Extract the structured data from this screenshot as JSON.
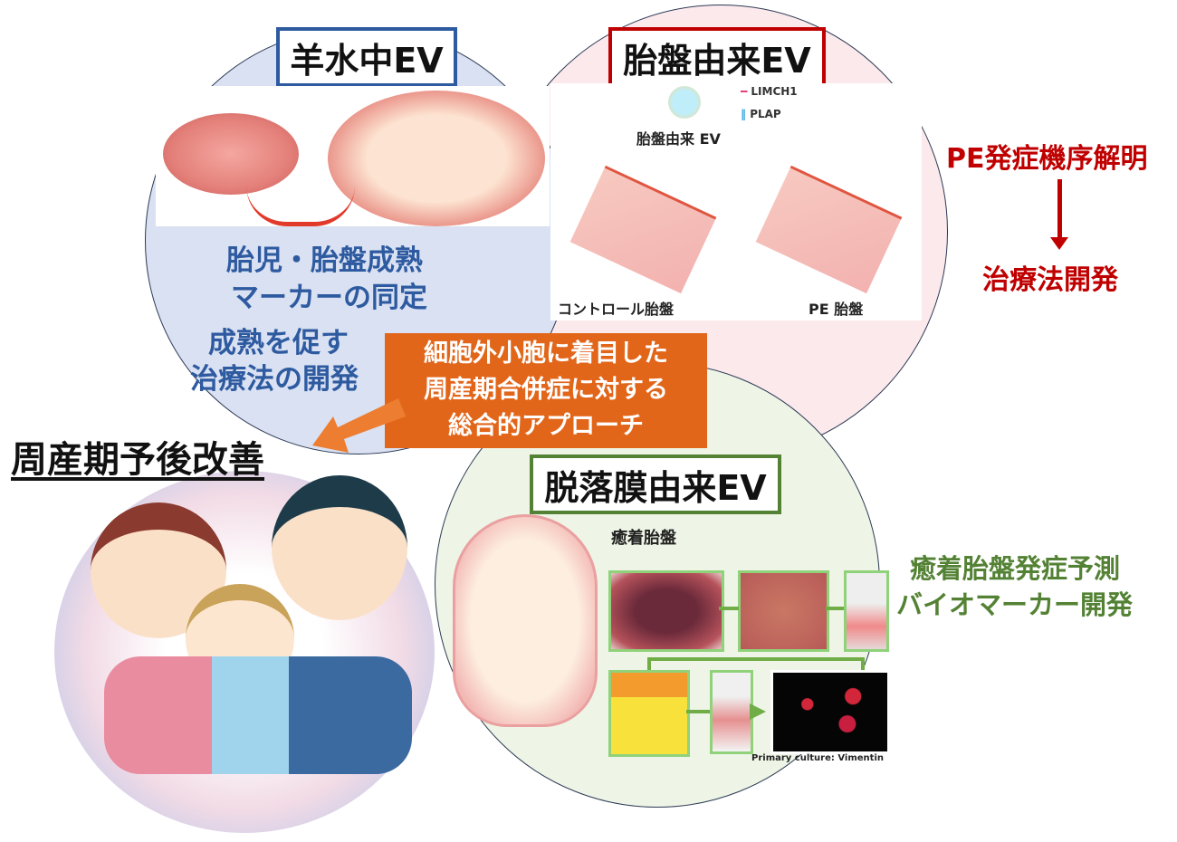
{
  "amniotic": {
    "title": "羊水中EV",
    "line1": "胎児・胎盤成熟",
    "line2": "マーカーの同定",
    "line3": "成熟を促す",
    "line4": "治療法の開発"
  },
  "placental": {
    "title": "胎盤由来EV",
    "legend": [
      {
        "label": "LIMCH1",
        "color": "#e83e7a"
      },
      {
        "label": "PLAP",
        "color": "#3aa7e0"
      }
    ],
    "ev_label": "胎盤由来 EV",
    "control_label": "コントロール胎盤",
    "pe_label": "PE 胎盤"
  },
  "right_red": {
    "line1": "PE発症機序解明",
    "line2": "治療法開発"
  },
  "center": {
    "line1": "細胞外小胞に着目した",
    "line2": "周産期合併症に対する",
    "line3": "総合的アプローチ"
  },
  "outcome": "周産期予後改善",
  "decidual": {
    "title": "脱落膜由来EV",
    "placenta_label": "癒着胎盤",
    "caption": "Primary culture: Vimentin"
  },
  "right_green": {
    "line1": "癒着胎盤発症予測",
    "line2": "バイオマーカー開発"
  },
  "colors": {
    "blue": "#2e5aa0",
    "red": "#c00000",
    "green": "#548235",
    "orange": "#e2661a"
  }
}
